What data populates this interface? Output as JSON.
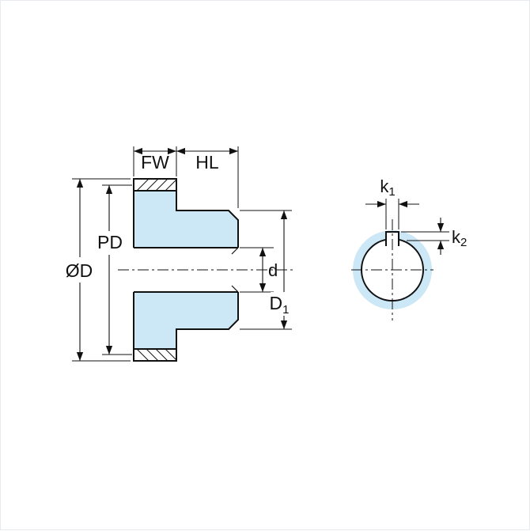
{
  "drawing": {
    "type": "gear-dimension-diagram",
    "colors": {
      "part_fill": "#cce7f6",
      "outline": "#111111",
      "background": "#ffffff"
    },
    "side_view": {
      "fw_label": "FW",
      "hl_label": "HL",
      "pd_label": "PD",
      "od_label": "ØD",
      "d_label": "d",
      "d1_label": {
        "base": "D",
        "sub": "1"
      }
    },
    "front_view": {
      "k1_label": {
        "base": "k",
        "sub": "1"
      },
      "k2_label": {
        "base": "k",
        "sub": "2"
      }
    }
  }
}
